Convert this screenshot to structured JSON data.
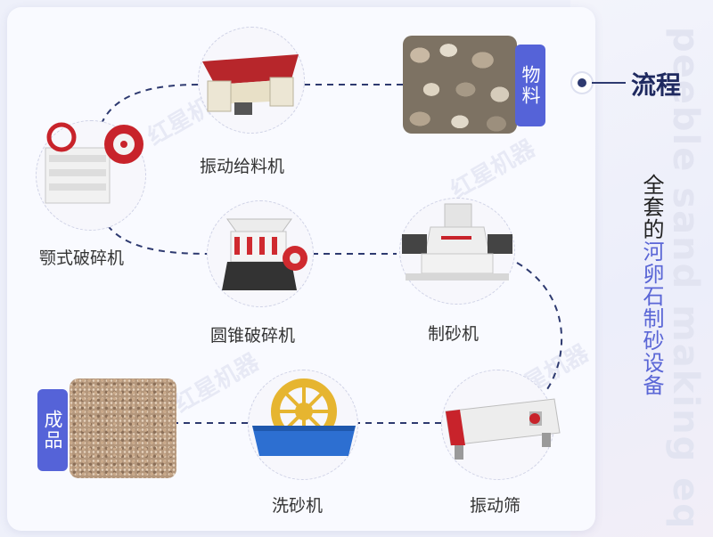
{
  "section_title": "流程",
  "vertical_title": {
    "part1": "全套的",
    "part2": "河卵石制砂设备"
  },
  "watermark_text": "peeble sand making equipment",
  "brand_watermark": "红星机器",
  "material": {
    "label": "物料"
  },
  "product": {
    "label": "成品"
  },
  "machines": [
    {
      "id": "vibrating-feeder",
      "label": "振动给料机"
    },
    {
      "id": "jaw-crusher",
      "label": "颚式破碎机"
    },
    {
      "id": "cone-crusher",
      "label": "圆锥破碎机"
    },
    {
      "id": "sand-maker",
      "label": "制砂机"
    },
    {
      "id": "vibrating-screen",
      "label": "振动筛"
    },
    {
      "id": "sand-washer",
      "label": "洗砂机"
    }
  ],
  "colors": {
    "accent": "#5563d8",
    "line": "#2e3a70",
    "title": "#1f2a60"
  }
}
